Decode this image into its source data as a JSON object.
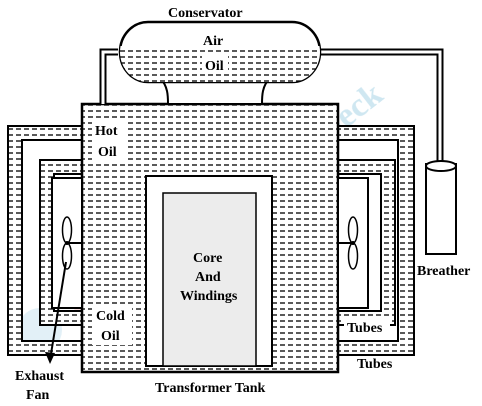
{
  "diagram": {
    "labels": {
      "conservator": "Conservator",
      "air": "Air",
      "oil_conservator": "Oil",
      "hot": "Hot",
      "hot_oil": "Oil",
      "core": "Core",
      "and": "And",
      "windings": "Windings",
      "cold": "Cold",
      "cold_oil": "Oil",
      "exhaust": "Exhaust",
      "fan": "Fan",
      "tubes_inner": "Tubes",
      "tubes_outer": "Tubes",
      "breather": "Breather",
      "transformer_tank": "Transformer Tank"
    },
    "watermark": {
      "text": "Electrical Deck",
      "color_light": "#a8d4e6",
      "color_logo": "#e88a8a"
    }
  }
}
